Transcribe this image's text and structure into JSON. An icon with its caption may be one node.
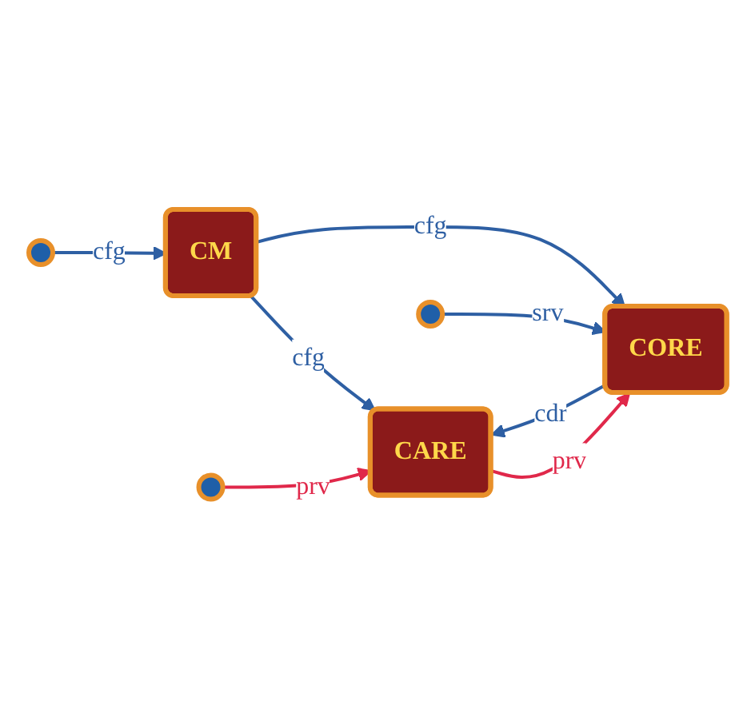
{
  "diagram": {
    "nodes": [
      {
        "text": [],
        "shape": "circle"
      },
      {
        "text": [
          "CM"
        ]
      },
      {
        "text": [],
        "shape": "circle"
      },
      {
        "text": [
          "CARE"
        ]
      },
      {
        "text": [
          "CORE"
        ]
      },
      {
        "text": [],
        "shape": "circle"
      }
    ],
    "edges": [
      {
        "from": 0,
        "to": 1,
        "arrow": "to",
        "label": "cfg"
      },
      {
        "from": 1,
        "to": 3,
        "arrow": "to",
        "label": "cfg"
      },
      {
        "from": 1,
        "to": 4,
        "arrow": "to",
        "label": "cfg"
      },
      {
        "from": 2,
        "to": 3,
        "arrow": "to",
        "label": "prv",
        "color": "#e0284a"
      },
      {
        "from": 3,
        "to": 4,
        "arrow": "to",
        "label": "prv",
        "color": "#e0284a"
      },
      {
        "from": 4,
        "to": 3,
        "arrow": "to",
        "label": "cdr"
      },
      {
        "from": 5,
        "to": 4,
        "arrow": "to",
        "label": "srv"
      }
    ]
  }
}
